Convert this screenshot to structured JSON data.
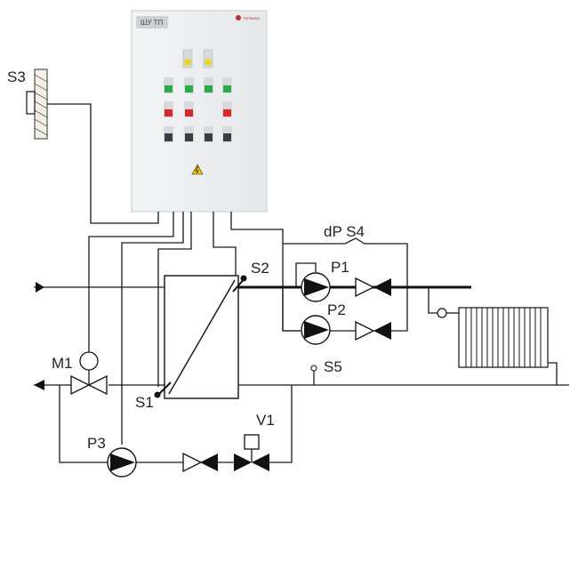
{
  "panel": {
    "title": "ШУ ТП",
    "brand": "ТЕРМИКА",
    "lamp_colors": {
      "yellow": "#e8d62a",
      "green": "#2fa84a",
      "red": "#d8282c",
      "gray": "#3a3d44"
    }
  },
  "labels": {
    "s3": "S3",
    "s2": "S2",
    "s1": "S1",
    "s4": "dP S4",
    "s5": "S5",
    "p1": "P1",
    "p2": "P2",
    "p3": "P3",
    "m1": "M1",
    "v1": "V1"
  }
}
